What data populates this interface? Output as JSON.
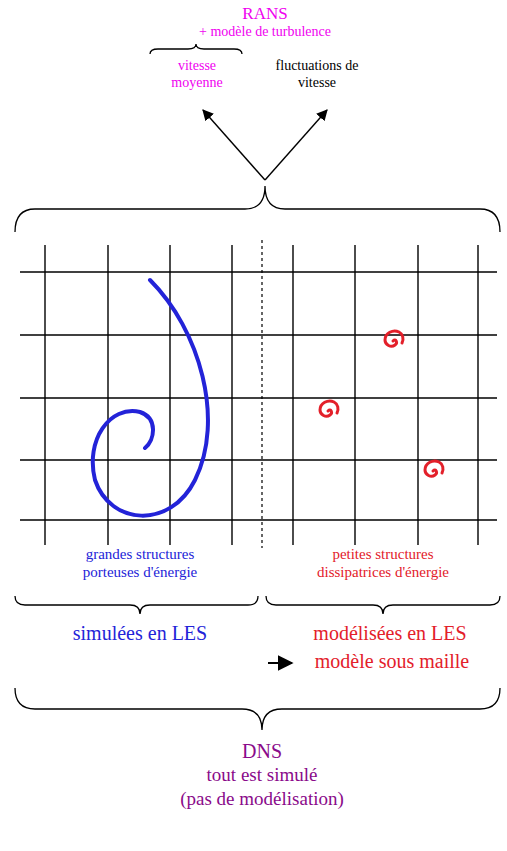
{
  "diagram": {
    "labels": [
      "RANS",
      "+ modèle de turbulence",
      "vitesse moyenne",
      "fluctuations de vitesse",
      "grandes structures porteuses d'énergie",
      "petites structures dissipatrices d'énergie",
      "simulées en LES",
      "modélisées en LES",
      "modèle sous maille",
      "DNS",
      "tout est simulé",
      "(pas de modélisation)"
    ]
  }
}
